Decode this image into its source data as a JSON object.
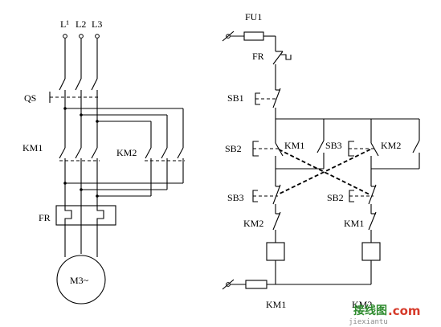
{
  "power": {
    "phases": [
      "L¹",
      "L2",
      "L3"
    ],
    "qs": "QS",
    "km1": "KM1",
    "km2": "KM2",
    "fr": "FR",
    "motor": "M3~"
  },
  "control": {
    "fu1": "FU1",
    "fr": "FR",
    "sb1": "SB1",
    "sb2_top": "SB2",
    "km1_hold": "KM1",
    "sb3_top": "SB3",
    "km2_hold": "KM2",
    "sb3_bottom": "SB3",
    "sb2_bottom": "SB2",
    "km2_interlock": "KM2",
    "km1_interlock": "KM1",
    "coil_km1": "KM1",
    "coil_km2": "KM2"
  },
  "watermark": {
    "brand": "接线图",
    "dotcom": ".com",
    "url": "jiexiantu"
  },
  "colors": {
    "line": "#000000",
    "watermark_green": "#2e8b2e",
    "watermark_red": "#d63a2a"
  }
}
